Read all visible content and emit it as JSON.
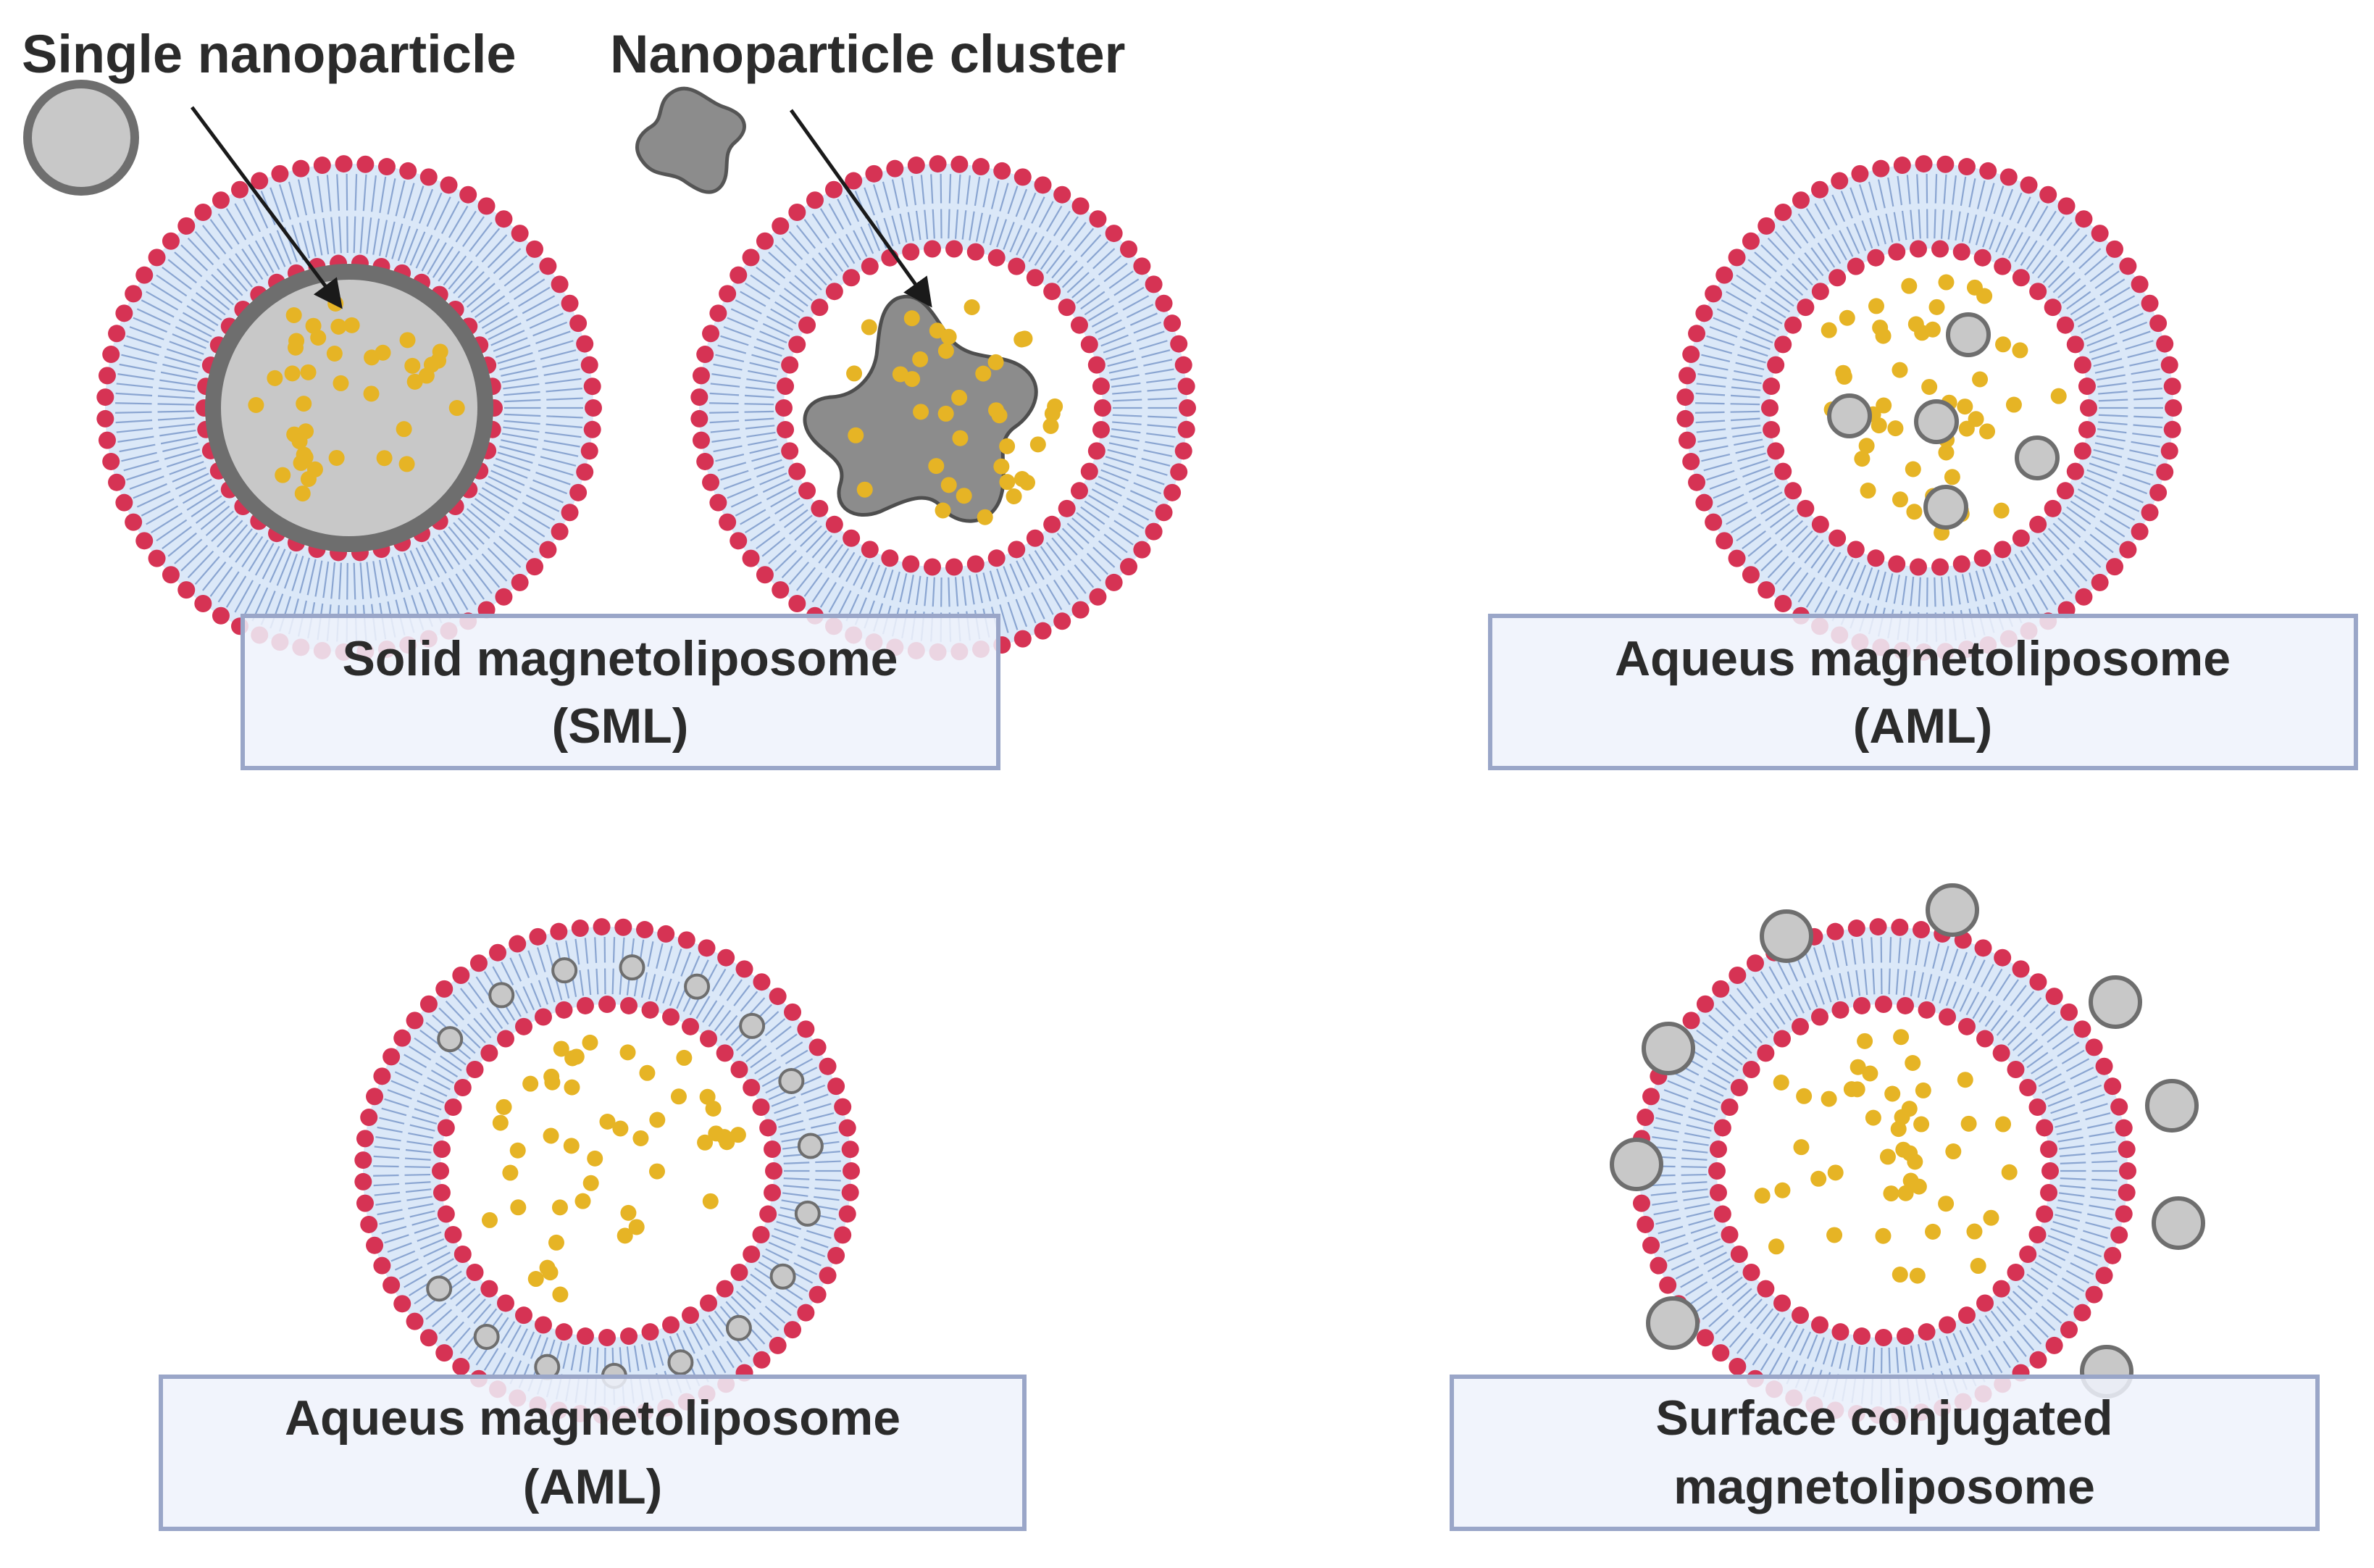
{
  "figure": {
    "top_labels": {
      "single_nanoparticle": "Single nanoparticle",
      "nanoparticle_cluster": "Nanoparticle cluster"
    },
    "captions": {
      "sml_line1": "Solid magnetoliposome",
      "sml_line2": "(SML)",
      "aml_top_line1": "Aqueus magnetoliposome",
      "aml_top_line2": "(AML)",
      "aml_bottom_line1": "Aqueus magnetoliposome",
      "aml_bottom_line2": "(AML)",
      "surface_line1": "Surface conjugated",
      "surface_line2": "magnetoliposome"
    },
    "colors": {
      "lipid_head": "#d63354",
      "membrane_fill": "#dbe8f8",
      "lipid_tail": "#6f8fc4",
      "cargo_dot": "#e6b425",
      "nanoparticle_fill": "#c8c8c8",
      "nanoparticle_stroke": "#6e6e6e",
      "cluster_fill": "#8c8c8c",
      "caption_bg": "#eef2fb",
      "caption_border": "#9aa6c8"
    },
    "icons": [
      "single-nanoparticle-icon",
      "nanoparticle-cluster-icon"
    ]
  }
}
